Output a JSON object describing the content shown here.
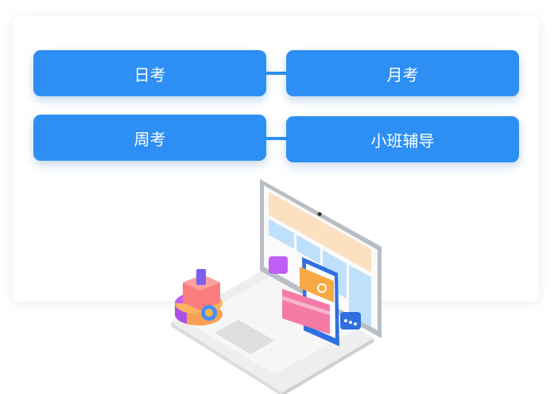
{
  "buttons": {
    "daily": "日考",
    "monthly": "月考",
    "weekly": "周考",
    "tutoring": "小班辅导"
  },
  "colors": {
    "accent": "#2d8ff3"
  }
}
